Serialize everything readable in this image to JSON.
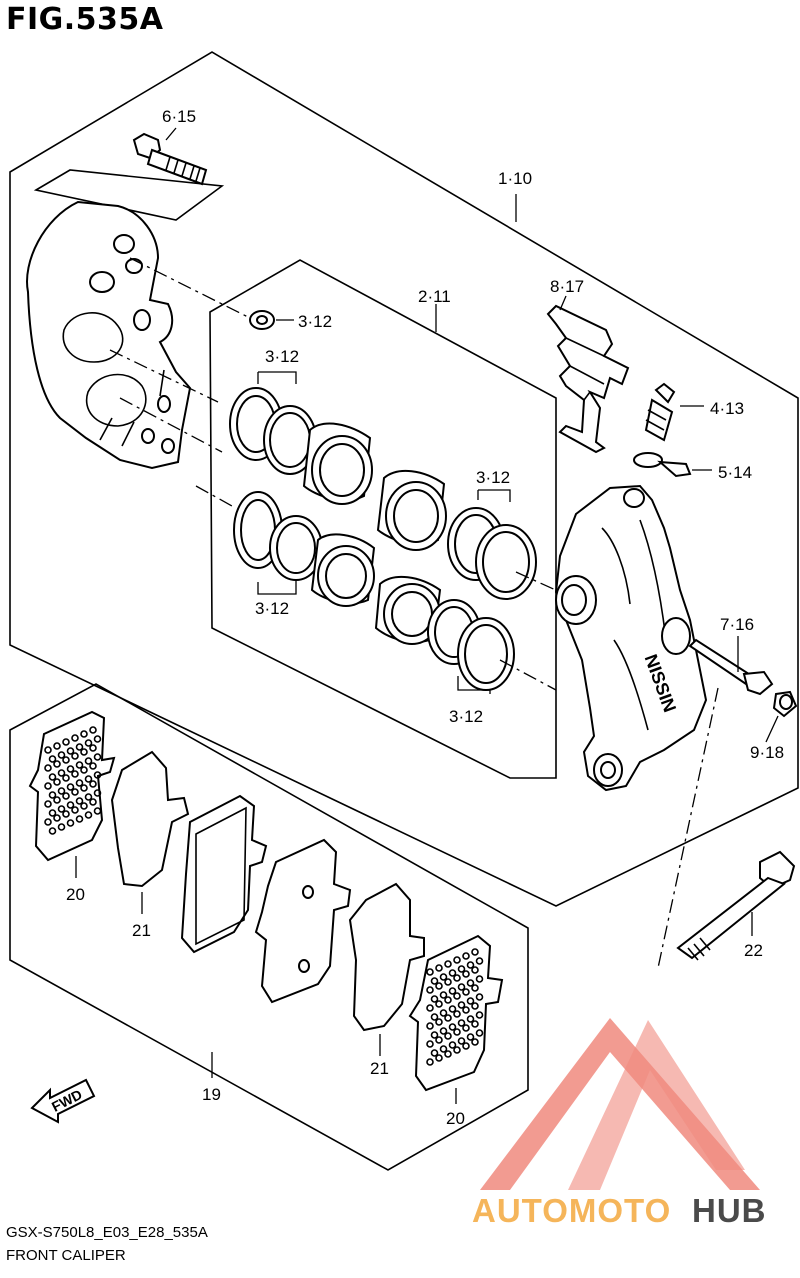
{
  "figure": {
    "title": "FIG.535A",
    "model_code": "GSX-S750L8_E03_E28_535A",
    "name": "FRONT CALIPER"
  },
  "callouts": {
    "c1": "1·10",
    "c2": "2·11",
    "c3a": "3·12",
    "c3b": "3·12",
    "c3c": "3·12",
    "c3d": "3·12",
    "c3e": "3·12",
    "c4": "4·13",
    "c5": "5·14",
    "c6": "6·15",
    "c7": "7·16",
    "c8": "8·17",
    "c9": "9·18",
    "c19": "19",
    "c20a": "20",
    "c20b": "20",
    "c21a": "21",
    "c21b": "21",
    "c22": "22"
  },
  "caliper_brand": "NISSIN",
  "fwd_arrow": "FWD",
  "watermark": {
    "brand_left": "AUTOMOTO",
    "brand_right": "HUB",
    "accent": "#f08a7e",
    "brand_color": "#f5b55a",
    "dark": "#4a4a4a"
  }
}
